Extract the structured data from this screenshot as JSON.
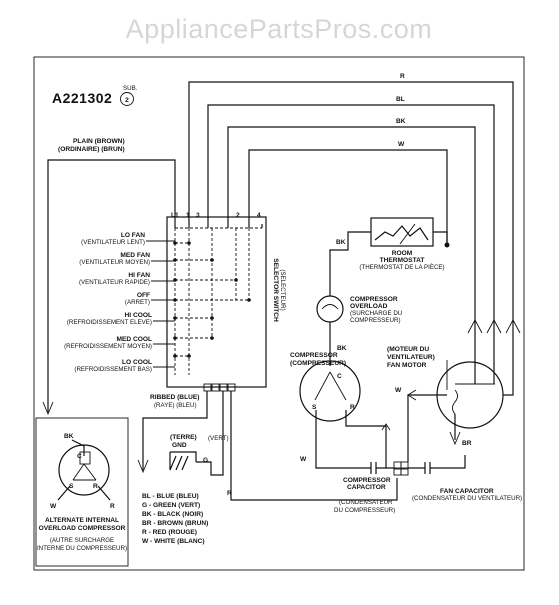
{
  "watermark": "AppliancePartsPros.com",
  "diagram": {
    "part_number": "A221302",
    "sub_label": "SUB.",
    "sub_number": "2",
    "plain_wire": [
      "PLAIN    (BROWN)",
      "(ORDINAIRE)  (BRUN)"
    ],
    "ribbed_wire": [
      "RIBBED       (BLUE)",
      "(RAYE)       (BLEU)"
    ],
    "terminals": [
      "L1",
      "1",
      "3",
      "2",
      "4"
    ],
    "switch_positions": [
      [
        "LO FAN",
        "(VENTILATEUR LENT)"
      ],
      [
        "MED FAN",
        "(VENTILATEUR MOYEN)"
      ],
      [
        "HI FAN",
        "(VENTILATEUR RAPIDE)"
      ],
      [
        "OFF",
        "(ARRET)"
      ],
      [
        "HI COOL",
        "(REFROIDISSEMENT ELEVE)"
      ],
      [
        "MED COOL",
        "(REFROIDISSEMENT MOYEN)"
      ],
      [
        "LO COOL",
        "(REFROIDISSEMENT BAS)"
      ]
    ],
    "selector_switch": [
      "SELECTOR SWITCH",
      "(SELECTEUR)"
    ],
    "wire_top_labels": [
      "R",
      "BL",
      "BK",
      "W"
    ],
    "room_thermostat": [
      "ROOM",
      "THERMOSTAT",
      "(THERMOSTAT DE LA PIÈCE)"
    ],
    "compressor_overload": [
      "COMPRESSOR",
      "OVERLOAD",
      "(SURCHARGE DU",
      "COMPRESSEUR)"
    ],
    "compressor": [
      "COMPRESSOR",
      "(COMPRESSEUR)"
    ],
    "compressor_terminals": [
      "C",
      "S",
      "R"
    ],
    "fan_motor": [
      "(MOTEUR DU",
      "VENTILATEUR)",
      "FAN MOTOR"
    ],
    "compressor_capacitor": [
      "COMPRESSOR",
      "CAPACITOR",
      "(CONDENSATEUR",
      "DU COMPRESSEUR)"
    ],
    "fan_capacitor": [
      "FAN CAPACITOR",
      "(CONDENSATEUR DU VENTILATEUR)"
    ],
    "ground": [
      "(TERRE)",
      "GND"
    ],
    "ground_wire": [
      "G",
      "(VERT)"
    ],
    "wire_codes": {
      "bk": "BK",
      "w": "W",
      "r": "R",
      "br": "BR"
    },
    "legend": [
      "BL - BLUE (BLEU)",
      "G - GREEN (VERT)",
      "BK - BLACK (NOIR)",
      "BR - BROWN (BRUN)",
      "R - RED (ROUGE)",
      "W - WHITE (BLANC)"
    ],
    "alt_overload": [
      "ALTERNATE INTERNAL",
      "OVERLOAD COMPRESSOR",
      "(AUTRE SURCHARGE",
      "INTERNE DU COMPRESSEUR)"
    ]
  }
}
